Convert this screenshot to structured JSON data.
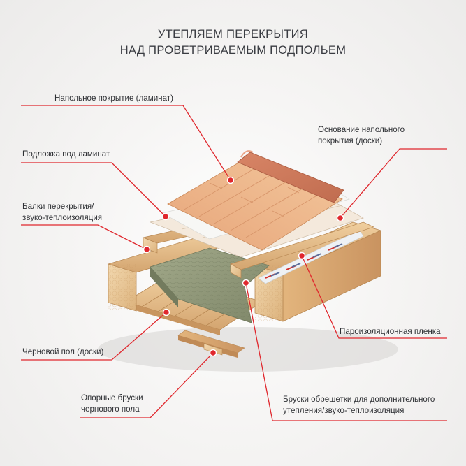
{
  "title": {
    "line1": "УТЕПЛЯЕМ ПЕРЕКРЫТИЯ",
    "line2": "НАД ПРОВЕТРИВАЕМЫМ ПОДПОЛЬЕМ"
  },
  "labels": {
    "floor_covering": "Напольное покрытие (ламинат)",
    "underlay": "Подложка под ламинат",
    "beams_line1": "Балки перекрытия/",
    "beams_line2": "звуко-теплоизоляция",
    "rough_floor": "Черновой пол (доски)",
    "support_line1": "Опорные бруски",
    "support_line2": "чернового пола",
    "base_line1": "Основание напольного",
    "base_line2": "покрытия (доски)",
    "vapor": "Пароизоляционная пленка",
    "battens_line1": "Бруски обрешетки для дополнительного",
    "battens_line2": "утепления/звуко-теплоизоляция"
  },
  "colors": {
    "accent": "#e0272d",
    "title": "#3a3c42",
    "text": "#2d2f33",
    "wood": "#e0b783",
    "laminate": "#e8a77a",
    "insulation": "#8f9878"
  }
}
